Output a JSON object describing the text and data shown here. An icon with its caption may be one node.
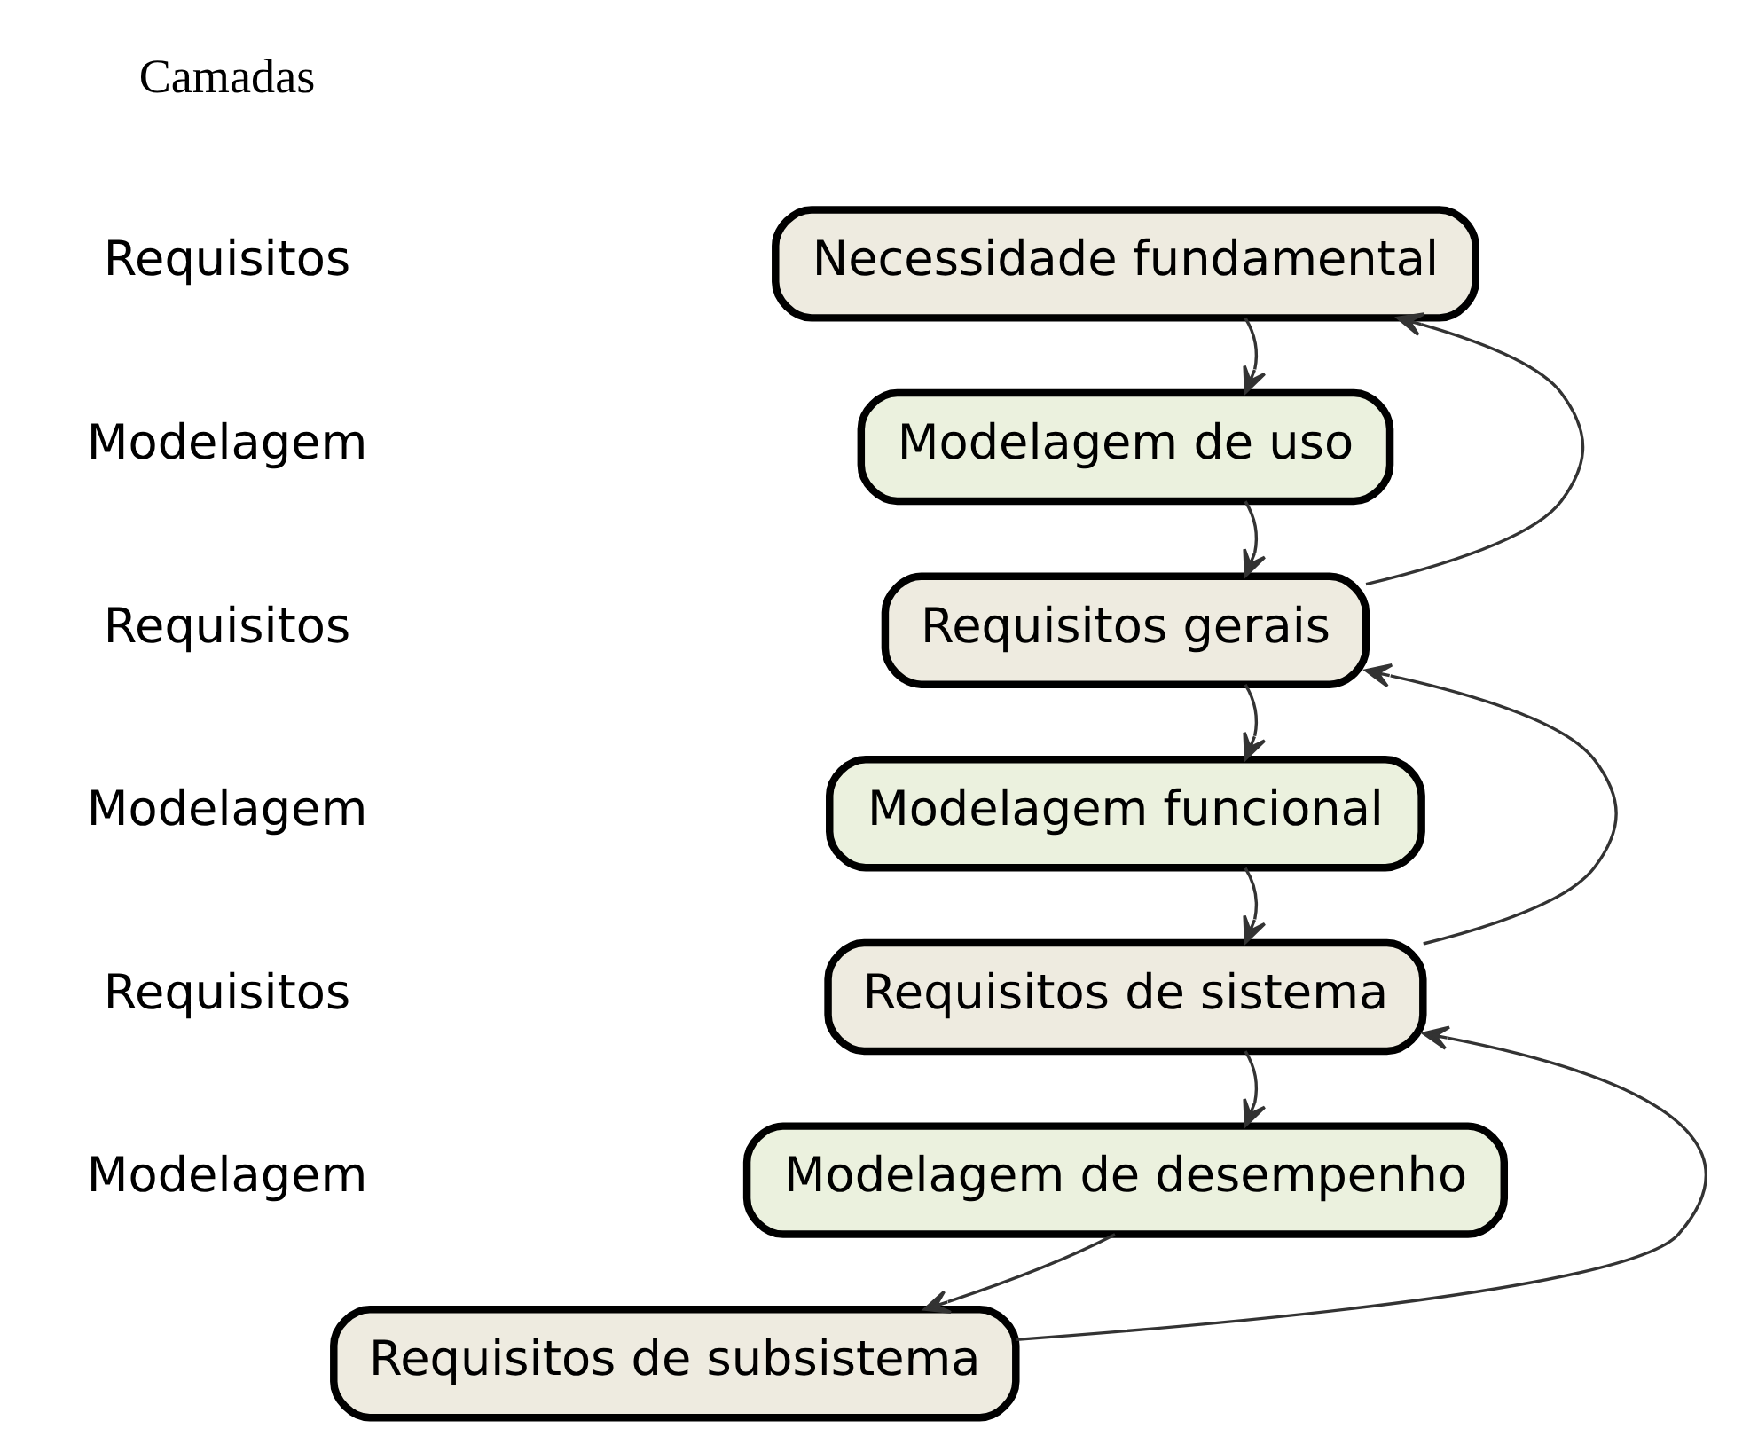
{
  "diagram": {
    "nodes": [
      {
        "text": [
          "Necessidade fundamental"
        ]
      },
      {
        "text": [
          "Modelagem de uso"
        ]
      },
      {
        "text": [
          "Requisitos gerais"
        ]
      },
      {
        "text": [
          "Modelagem funcional"
        ]
      },
      {
        "text": [
          "Requisitos de sistema"
        ]
      },
      {
        "text": [
          "Modelagem de desempenho"
        ]
      },
      {
        "text": [
          "Requisitos de subsistema"
        ]
      }
    ],
    "edges": [
      {
        "from": 0,
        "to": 1,
        "arrow": "to"
      },
      {
        "from": 1,
        "to": 2,
        "arrow": "to"
      },
      {
        "from": 2,
        "to": 0,
        "arrow": "to"
      },
      {
        "from": 2,
        "to": 3,
        "arrow": "to"
      },
      {
        "from": 3,
        "to": 4,
        "arrow": "to"
      },
      {
        "from": 4,
        "to": 2,
        "arrow": "to"
      },
      {
        "from": 4,
        "to": 5,
        "arrow": "to"
      },
      {
        "from": 5,
        "to": 6,
        "arrow": "to"
      },
      {
        "from": 6,
        "to": 4,
        "arrow": "to"
      }
    ],
    "labels": [
      "Camadas",
      "Requisitos",
      "Modelagem",
      "Requisitos",
      "Modelagem",
      "Requisitos",
      "Modelagem"
    ]
  }
}
